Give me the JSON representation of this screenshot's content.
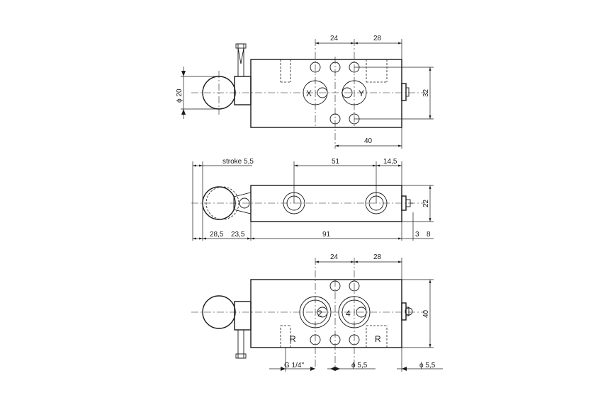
{
  "top_view": {
    "dim_24": "24",
    "dim_28": "28",
    "dim_40": "40",
    "dim_32": "32",
    "dim_phi20": "ϕ 20",
    "port_x": "X",
    "port_y": "Y"
  },
  "side_view": {
    "stroke": "stroke  5,5",
    "dim_51": "51",
    "dim_14_5": "14,5",
    "dim_22": "22",
    "dim_28_5": "28,5",
    "dim_23_5": "23,5",
    "dim_91": "91",
    "dim_3": "3",
    "dim_8": "8"
  },
  "bottom_view": {
    "dim_24": "24",
    "dim_28": "28",
    "dim_40": "40",
    "dim_g14": "G 1/4\"",
    "dim_phi55_a": "ϕ 5,5",
    "dim_phi55_b": "ϕ 5,5",
    "port_2": "2",
    "port_4": "4",
    "port_r_left": "R",
    "port_r_right": "R"
  }
}
